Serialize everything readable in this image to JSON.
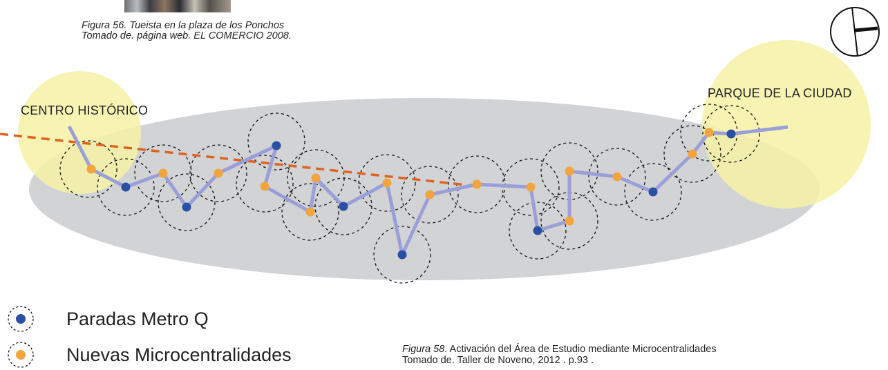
{
  "figure56": {
    "caption_line1": "Figura 56. Tueista en la plaza de los Ponchos",
    "caption_line2": "Tomado de. página web. EL COMERCIO 2008."
  },
  "figure58": {
    "caption_label": "Figura 58",
    "caption_line1_rest": ". Activación del Área de Estudio mediante Microcentralidades",
    "caption_line2": "Tomado de. Taller de Noveno, 2012 . p.93 ."
  },
  "places": {
    "left": "CENTRO HISTÓRICO",
    "right": "PARQUE DE LA CIUDAD"
  },
  "legend": [
    {
      "label": "Paradas Metro Q",
      "color": "#2a4fa3"
    },
    {
      "label": "Nuevas Microcentralidades",
      "color": "#f4a43c"
    }
  ],
  "colors": {
    "metro": "#2a4fa3",
    "micro": "#f4a43c",
    "route": "#9b9fd8",
    "axis": "#e0621f",
    "zone": "#d2d3d5",
    "poles": "#f6f1a6"
  },
  "icons": {
    "north": "north-arrow-icon"
  }
}
